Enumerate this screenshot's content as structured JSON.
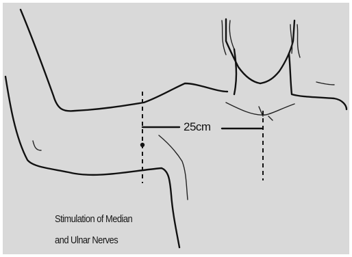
{
  "diagram": {
    "distance_label": "25cm",
    "caption": {
      "line1": "Stimulation of Median",
      "line2": "and Ulnar Nerves"
    },
    "colors": {
      "background": "#d9d9d9",
      "ink": "#111111",
      "frame": "#ffffff"
    }
  }
}
